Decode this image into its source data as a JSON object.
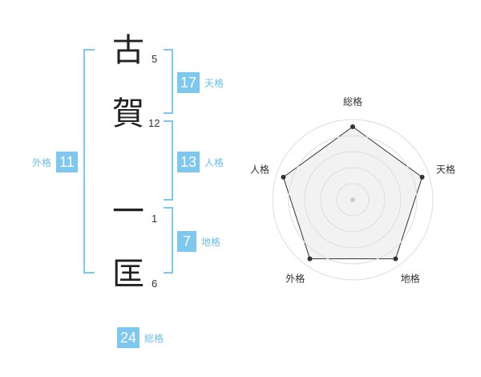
{
  "name": {
    "characters": [
      {
        "char": "古",
        "strokes": "5"
      },
      {
        "char": "賀",
        "strokes": "12"
      },
      {
        "char": "一",
        "strokes": "1"
      },
      {
        "char": "匡",
        "strokes": "6"
      }
    ]
  },
  "fortunes": {
    "tenkaku": {
      "value": "17",
      "label": "天格"
    },
    "jinkaku": {
      "value": "13",
      "label": "人格"
    },
    "chikaku": {
      "value": "7",
      "label": "地格"
    },
    "gaikaku": {
      "value": "11",
      "label": "外格"
    },
    "soukaku": {
      "value": "24",
      "label": "総格"
    }
  },
  "chart_data": {
    "type": "radar",
    "axes": [
      "総格",
      "天格",
      "地格",
      "外格",
      "人格"
    ],
    "values": [
      5,
      5,
      5,
      5,
      5
    ],
    "max": 5,
    "rings": 5,
    "colors": {
      "fill": "#f2f2f2",
      "line": "#333333",
      "ring": "#dddddd",
      "point": "#333333",
      "center": "#cccccc"
    }
  },
  "colors": {
    "accent": "#7ec8ef",
    "label": "#6cc0ea"
  }
}
